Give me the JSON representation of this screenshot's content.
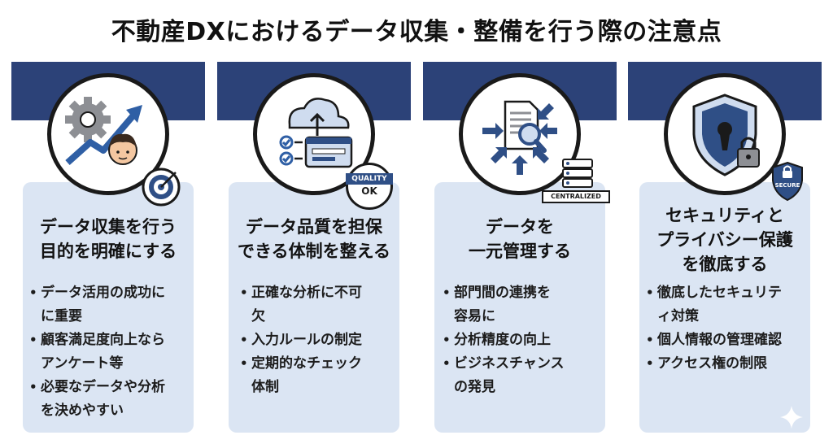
{
  "title": "不動産DXにおけるデータ収集・整備を行う際の注意点",
  "columns": [
    {
      "icon": "gear-chart-person-target-icon",
      "heading": [
        "データ収集を行う",
        "目的を明確にする"
      ],
      "bullets": [
        [
          "データ活用の成功に",
          "に重要"
        ],
        [
          "顧客満足度向上なら",
          "アンケート等"
        ],
        [
          "必要なデータや分析",
          "を決めやすい"
        ]
      ]
    },
    {
      "icon": "cloud-checklist-icon",
      "badge_top": "QUALITY",
      "badge_bottom": "OK",
      "heading": [
        "データ品質を担保",
        "できる体制を整える"
      ],
      "bullets": [
        [
          "正確な分析に不可",
          "欠"
        ],
        [
          "入力ルールの制定"
        ],
        [
          "定期的なチェック",
          "体制"
        ]
      ]
    },
    {
      "icon": "document-magnifier-arrows-icon",
      "badge": "CENTRALIZED",
      "heading": [
        "データを",
        "一元管理する"
      ],
      "bullets": [
        [
          "部門間の連携を",
          "容易に"
        ],
        [
          "分析精度の向上"
        ],
        [
          "ビジネスチャンス",
          "の発見"
        ]
      ]
    },
    {
      "icon": "shield-lock-icon",
      "badge": "SECURE",
      "heading": [
        "セキュリティと",
        "プライバシー保護",
        "を徹底する"
      ],
      "bullets": [
        [
          "徹底したセキュリテ",
          "ィ対策"
        ],
        [
          "個人情報の管理確認"
        ],
        [
          "アクセス権の制限"
        ]
      ]
    }
  ],
  "colors": {
    "band": "#2c4278",
    "card": "#dbe5f3",
    "icon_blue": "#2f4f86",
    "icon_light": "#cfdcef"
  }
}
